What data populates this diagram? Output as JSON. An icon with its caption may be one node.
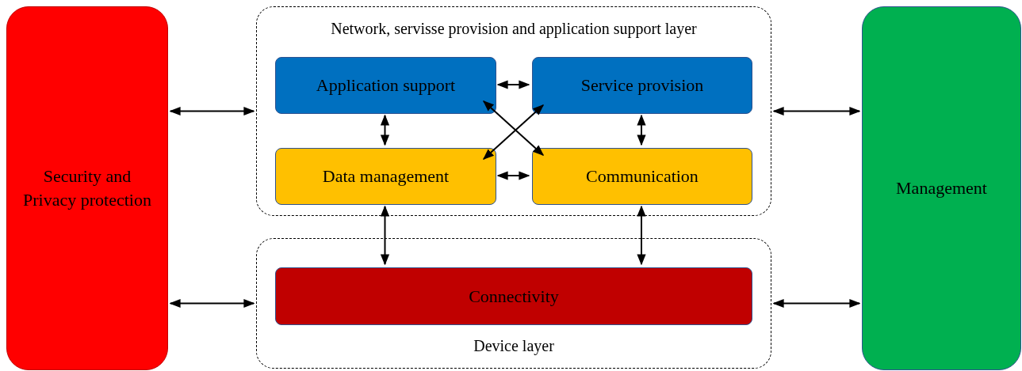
{
  "diagram": {
    "nodes": [
      {
        "text": [
          "Security and Privacy protection"
        ]
      },
      {
        "text": [
          "Network, servisse provision and application support layer"
        ]
      },
      {
        "text": [
          "Application support"
        ],
        "in": 1
      },
      {
        "text": [
          "Service provision"
        ],
        "in": 1
      },
      {
        "text": [
          "Data management"
        ],
        "in": 1
      },
      {
        "text": [
          "Communication"
        ],
        "in": 1
      },
      {
        "text": [
          "Device layer"
        ]
      },
      {
        "text": [
          "Connectivity"
        ],
        "in": 6
      },
      {
        "text": [
          "Management"
        ]
      }
    ],
    "edges": [
      {
        "from": 0,
        "to": 1,
        "arrow": "both"
      },
      {
        "from": 0,
        "to": 6,
        "arrow": "both"
      },
      {
        "from": 1,
        "to": 8,
        "arrow": "both"
      },
      {
        "from": 6,
        "to": 8,
        "arrow": "both"
      },
      {
        "from": 2,
        "to": 3,
        "arrow": "both"
      },
      {
        "from": 2,
        "to": 4,
        "arrow": "both"
      },
      {
        "from": 3,
        "to": 5,
        "arrow": "both"
      },
      {
        "from": 4,
        "to": 5,
        "arrow": "both"
      },
      {
        "from": 2,
        "to": 5,
        "arrow": "both"
      },
      {
        "from": 4,
        "to": 3,
        "arrow": "both"
      },
      {
        "from": 4,
        "to": 7,
        "arrow": "both"
      },
      {
        "from": 5,
        "to": 7,
        "arrow": "both"
      }
    ]
  }
}
